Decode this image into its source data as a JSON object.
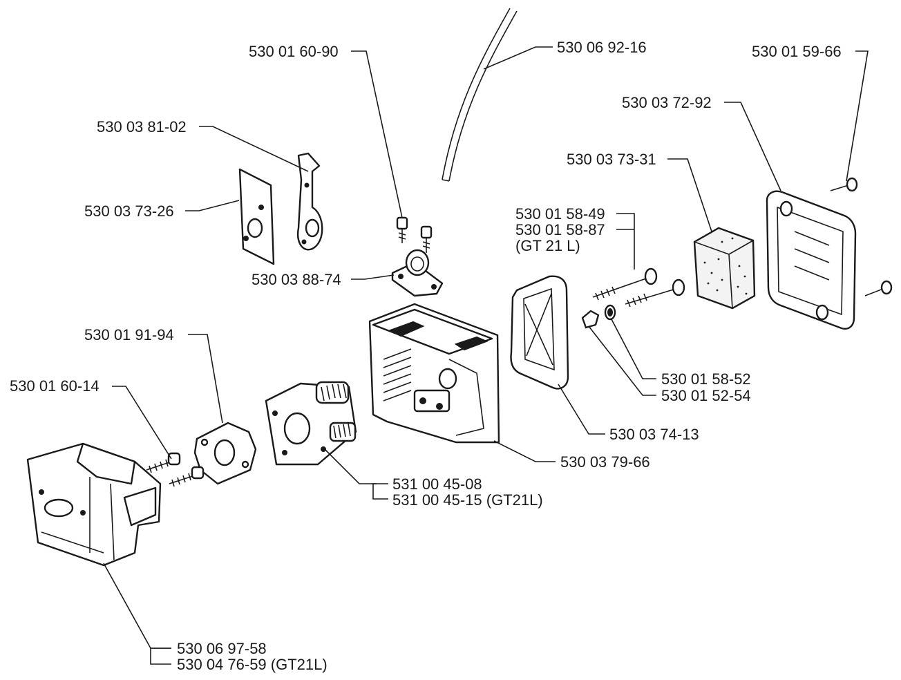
{
  "labels": {
    "screw_top": "530 01 60-90",
    "fuel_hose": "530 06 92-16",
    "cover_screw": "530 01 59-66",
    "filter_cover": "530 03 72-92",
    "choke_lever": "530 03 81-02",
    "filter_element": "530 03 73-31",
    "gasket_plate": "530 03 73-26",
    "long_bolt_1": "530 01 58-49",
    "long_bolt_2": "530 01 58-87",
    "long_bolt_variant": "(GT 21 L)",
    "bracket": "530 03 88-74",
    "gasket": "530 01 91-94",
    "washer_1": "530 01 58-52",
    "washer_2": "530 01 52-54",
    "screw_left": "530 01 60-14",
    "filter_gasket": "530 03 74-13",
    "filter_housing": "530 03 79-66",
    "carburetor_1": "531 00 45-08",
    "carburetor_2": "531 00 45-15 (GT21L)",
    "air_box_1": "530 06 97-58",
    "air_box_2": "530 04 76-59 (GT21L)"
  }
}
